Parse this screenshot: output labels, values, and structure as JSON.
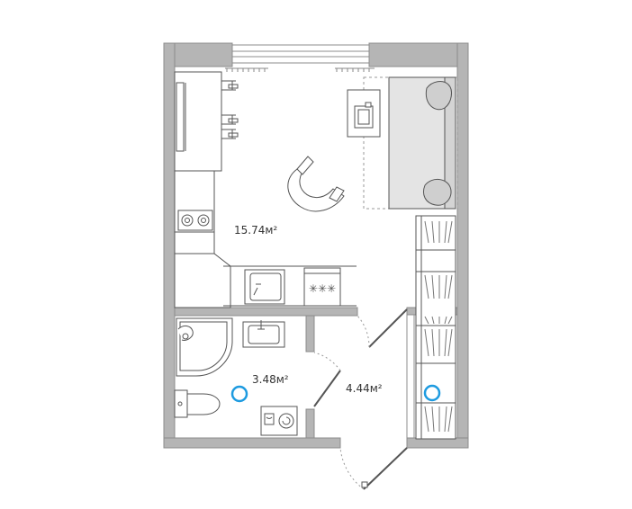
{
  "rooms": {
    "living": {
      "area": "15.74м²"
    },
    "bathroom": {
      "area": "3.48м²"
    },
    "hallway": {
      "area": "4.44м²"
    }
  },
  "kitchen": {
    "stove_marks": "✳✳✳"
  },
  "colors": {
    "wall": "#b5b5b5",
    "wall_dark": "#8c8c8c",
    "line": "#555555",
    "sofa": "#e4e4e4",
    "marker": "#1e9be0"
  },
  "markers": [
    {
      "name": "bathroom-riser"
    },
    {
      "name": "hallway-riser"
    }
  ]
}
